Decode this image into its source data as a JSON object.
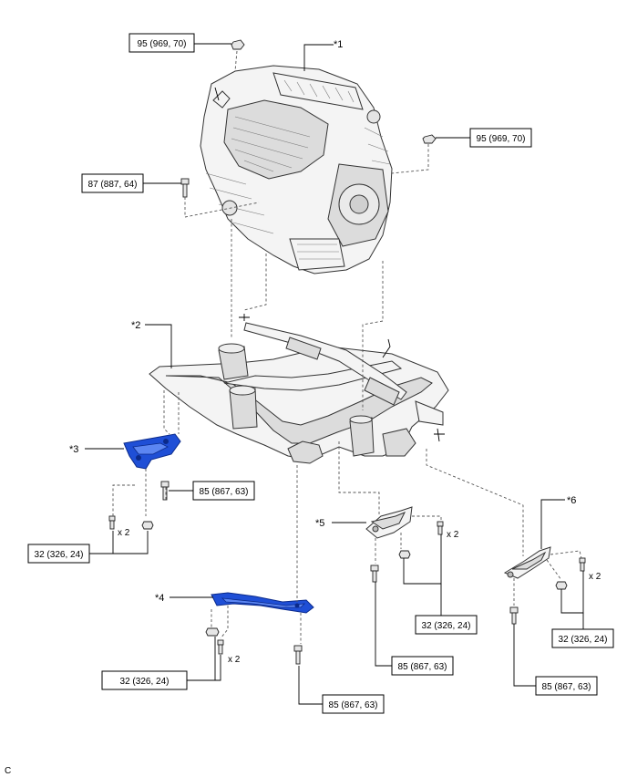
{
  "callouts": {
    "c1": "*1",
    "c2": "*2",
    "c3": "*3",
    "c4": "*4",
    "c5": "*5",
    "c6": "*6"
  },
  "torque_labels": {
    "t_top": "95 (969, 70)",
    "t_right": "95 (969, 70)",
    "t_left_engine": "87 (887, 64)",
    "t_p3_bolt": "85 (867, 63)",
    "t_p3_nuts": "32 (326, 24)",
    "t_p4_nuts": "32 (326, 24)",
    "t_p4_bolt": "85 (867, 63)",
    "t_p5_nuts": "32 (326, 24)",
    "t_p5_bolt": "85 (867, 63)",
    "t_p6_nuts": "32 (326, 24)",
    "t_p6_bolt": "85 (867, 63)"
  },
  "quantities": {
    "q3": "x 2",
    "q4": "x 2",
    "q5": "x 2",
    "q6": "x 2"
  },
  "corner_mark": "C",
  "colors": {
    "highlight": "#1f4fd6",
    "line": "#000000",
    "part": "#f4f4f4"
  }
}
